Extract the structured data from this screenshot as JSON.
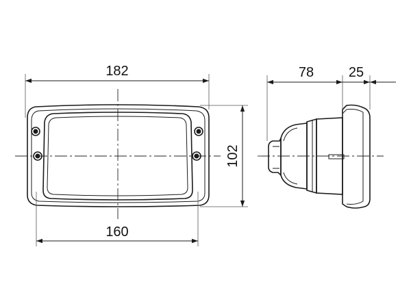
{
  "dimensions": {
    "overall_width": "182",
    "inner_width": "160",
    "height": "102",
    "depth_body": "78",
    "depth_flange": "25"
  },
  "colors": {
    "line": "#1a1a1a",
    "background": "#ffffff"
  }
}
